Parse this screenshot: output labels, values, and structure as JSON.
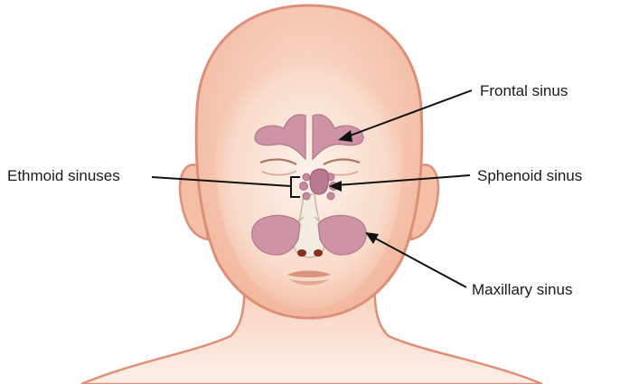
{
  "labels": {
    "frontal": "Frontal sinus",
    "ethmoid": "Ethmoid sinuses",
    "sphenoid": "Sphenoid sinus",
    "maxillary": "Maxillary sinus"
  },
  "colors": {
    "skin_light": "#fdf1ea",
    "skin_mid": "#f7cfb9",
    "skin_outline": "#dd8f78",
    "sinus_fill": "#cf93a6",
    "sinus_outline": "#b27a8c",
    "bone": "#f3ece0",
    "line": "#111111"
  }
}
